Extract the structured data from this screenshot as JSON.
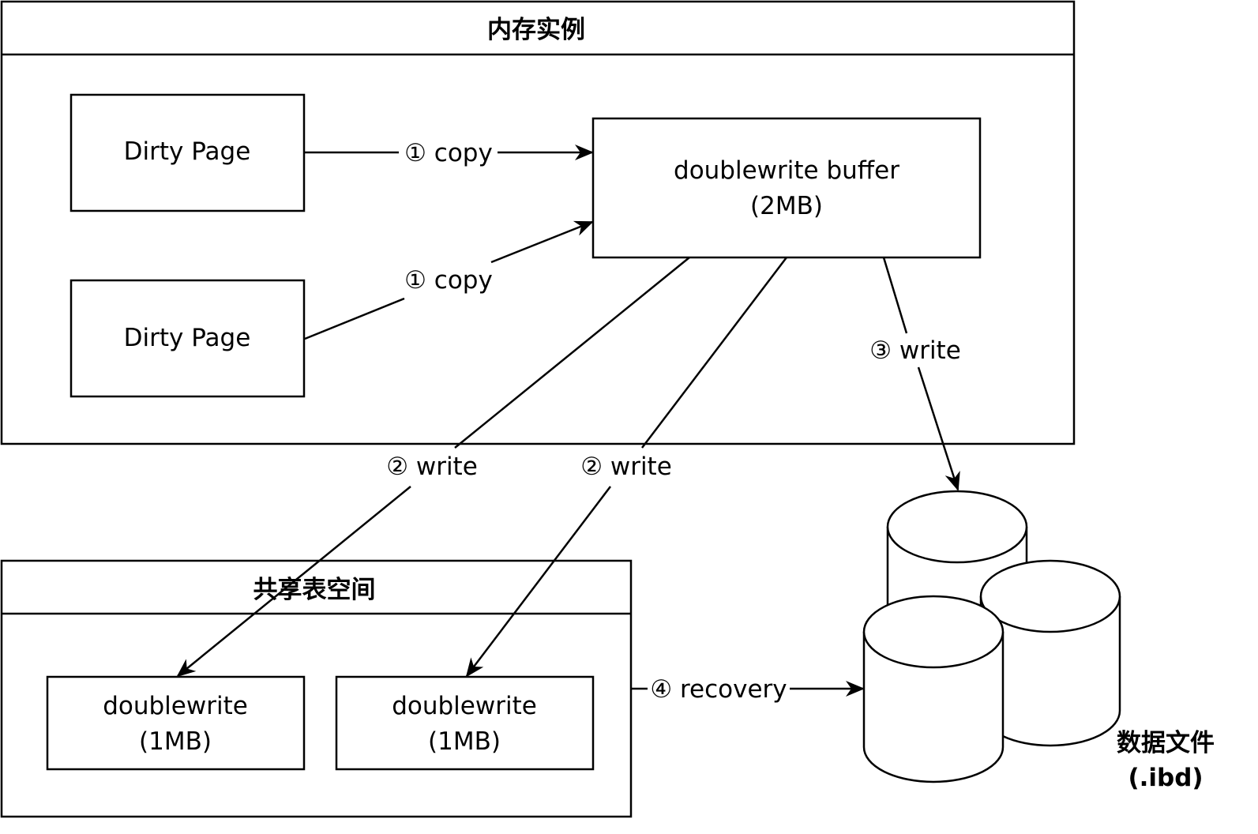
{
  "memory_instance": {
    "title": "内存实例"
  },
  "dirty_pages": [
    {
      "label": "Dirty Page"
    },
    {
      "label": "Dirty Page"
    }
  ],
  "doublewrite_buffer": {
    "line1": "doublewrite buffer",
    "line2": "(2MB)"
  },
  "shared_tablespace": {
    "title": "共享表空间",
    "blocks": [
      {
        "line1": "doublewrite",
        "line2": "(1MB)"
      },
      {
        "line1": "doublewrite",
        "line2": "(1MB)"
      }
    ]
  },
  "data_files": {
    "line1": "数据文件",
    "line2": "(.ibd)"
  },
  "edges": {
    "copy_1": "① copy",
    "copy_2": "① copy",
    "write_2a": "② write",
    "write_2b": "② write",
    "write_3": "③ write",
    "recovery_4": "④ recovery"
  }
}
